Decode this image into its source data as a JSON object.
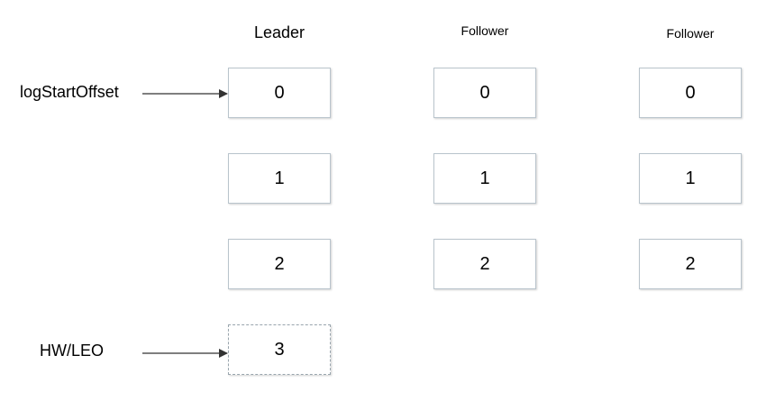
{
  "columns": [
    {
      "header": "Leader",
      "cells": [
        "0",
        "1",
        "2",
        "3"
      ],
      "uncommitted_index": 3
    },
    {
      "header": "Follower",
      "cells": [
        "0",
        "1",
        "2"
      ]
    },
    {
      "header": "Follower",
      "cells": [
        "0",
        "1",
        "2"
      ]
    }
  ],
  "pointers": {
    "log_start": "logStartOffset",
    "hw_leo": "HW/LEO"
  },
  "colors": {
    "border": "#b9c4cc",
    "dashed_border": "#9aa6ae",
    "arrow": "#333333"
  }
}
